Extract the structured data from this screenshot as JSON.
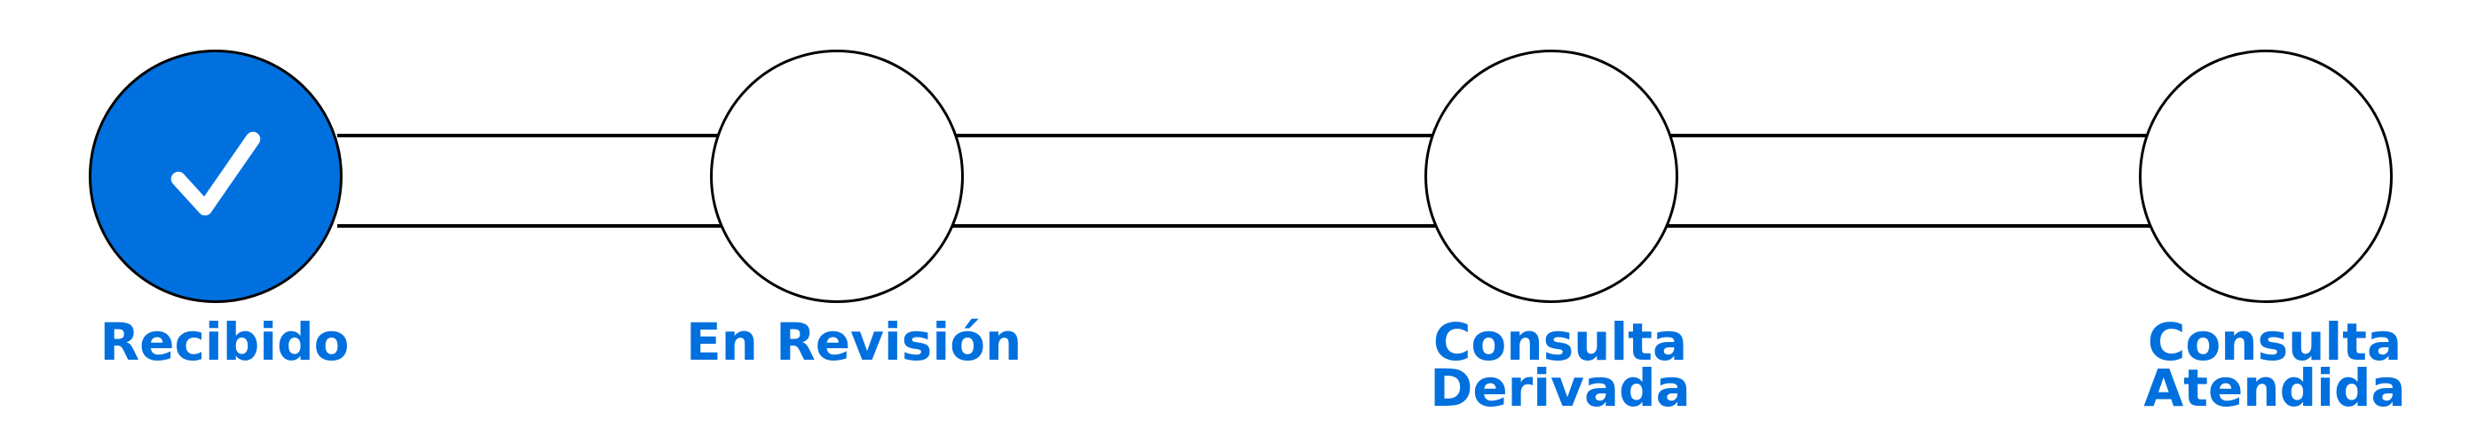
{
  "colors": {
    "accent": "#0070df",
    "outline": "#000000",
    "background": "#ffffff"
  },
  "stepper": {
    "current_step": 1,
    "steps": [
      {
        "label_lines": [
          "Recibido"
        ],
        "status": "completed",
        "icon": "checkmark-icon"
      },
      {
        "label_lines": [
          "En Revisión"
        ],
        "status": "pending"
      },
      {
        "label_lines": [
          "Consulta",
          "Derivada"
        ],
        "status": "pending"
      },
      {
        "label_lines": [
          "Consulta",
          "Atendida"
        ],
        "status": "pending"
      }
    ]
  }
}
